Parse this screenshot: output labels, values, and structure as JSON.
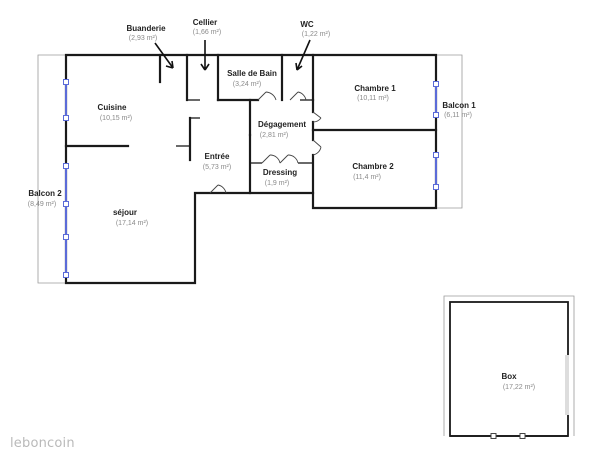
{
  "rooms": {
    "buanderie": {
      "name": "Buanderie",
      "area": "(2,93 m²)"
    },
    "cellier": {
      "name": "Cellier",
      "area": "(1,66 m²)"
    },
    "wc": {
      "name": "WC",
      "area": "(1,22 m²)"
    },
    "salle_bain": {
      "name": "Salle de Bain",
      "area": "(3,24 m²)"
    },
    "chambre1": {
      "name": "Chambre 1",
      "area": "(10,11 m²)"
    },
    "balcon1": {
      "name": "Balcon 1",
      "area": "(6,11 m²)"
    },
    "cuisine": {
      "name": "Cuisine",
      "area": "(10,15 m²)"
    },
    "degagement": {
      "name": "Dégagement",
      "area": "(2,81 m²)"
    },
    "entree": {
      "name": "Entrée",
      "area": "(5,73 m²)"
    },
    "chambre2": {
      "name": "Chambre 2",
      "area": "(11,4 m²)"
    },
    "dressing": {
      "name": "Dressing",
      "area": "(1,9 m²)"
    },
    "balcon2": {
      "name": "Balcon 2",
      "area": "(8,49 m²)"
    },
    "sejour": {
      "name": "séjour",
      "area": "(17,14 m²)"
    },
    "box": {
      "name": "Box",
      "area": "(17,22 m²)"
    }
  },
  "watermark": "leboncoin",
  "colors": {
    "wall": "#1a1a1a",
    "window": "#5b6bd8",
    "label_area": "#8a8a8a"
  },
  "icons": [
    "arrow-down-icon"
  ]
}
